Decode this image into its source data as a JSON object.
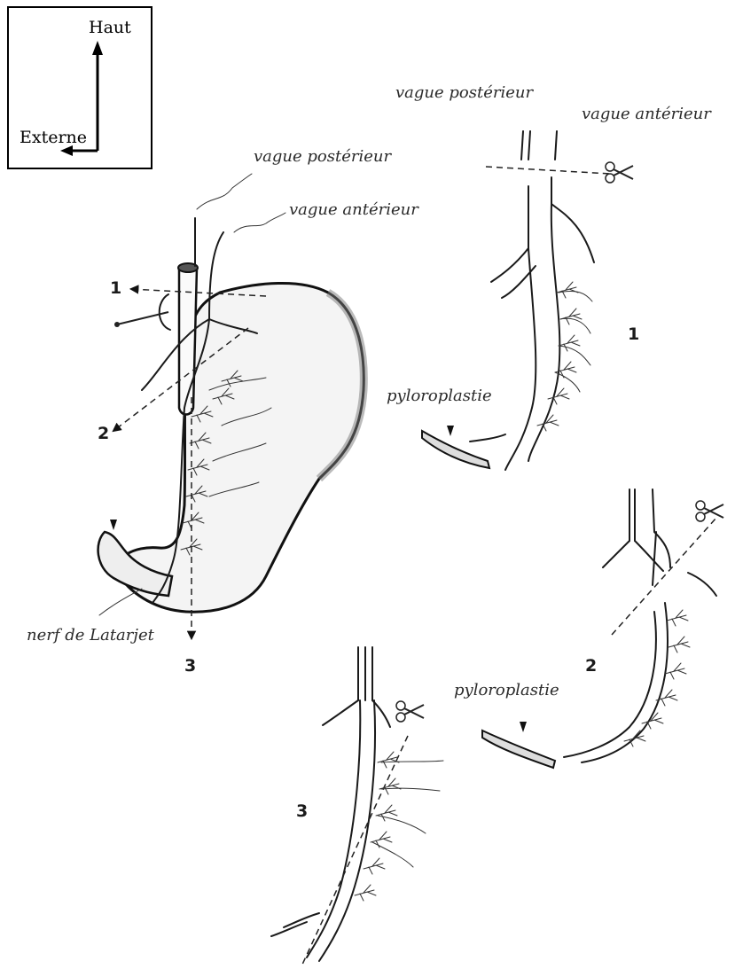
{
  "orientation": {
    "up_label": "Haut",
    "outward_label": "Externe"
  },
  "main_figure": {
    "label_vague_posterieur": "vague postérieur",
    "label_vague_anterieur": "vague antérieur",
    "label_nerf_latarjet": "nerf de Latarjet",
    "cut_1": "1",
    "cut_2": "2",
    "cut_3": "3"
  },
  "panel_1": {
    "label_vague_posterieur": "vague postérieur",
    "label_vague_anterieur": "vague antérieur",
    "label_pyloroplastie": "pyloroplastie",
    "number": "1"
  },
  "panel_2": {
    "label_pyloroplastie": "pyloroplastie",
    "number": "2"
  },
  "panel_3": {
    "number": "3"
  },
  "icons": [
    "scissors-icon",
    "arrowhead-marker-icon"
  ]
}
